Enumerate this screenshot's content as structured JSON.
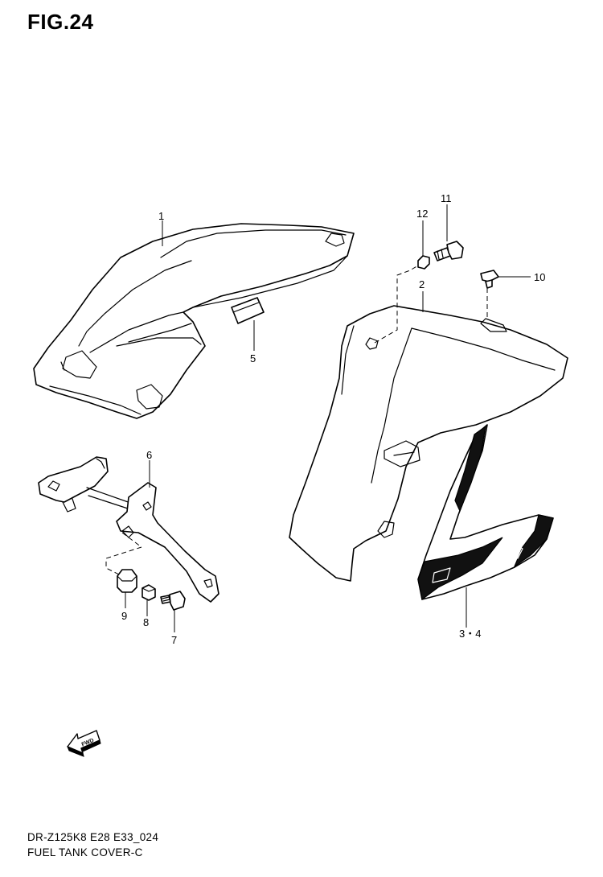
{
  "figure": {
    "title": "FIG.24"
  },
  "footer": {
    "model_code": "DR-Z125K8 E28 E33_024",
    "part_name": "FUEL TANK COVER-C"
  },
  "direction_mark": {
    "label": "FWD",
    "icon": "fwd-arrow-icon"
  },
  "callouts": [
    {
      "id": "c1",
      "label": "1"
    },
    {
      "id": "c2",
      "label": "2"
    },
    {
      "id": "c34",
      "label": "3・4"
    },
    {
      "id": "c5",
      "label": "5"
    },
    {
      "id": "c6",
      "label": "6"
    },
    {
      "id": "c7",
      "label": "7"
    },
    {
      "id": "c8",
      "label": "8"
    },
    {
      "id": "c9",
      "label": "9"
    },
    {
      "id": "c10",
      "label": "10"
    },
    {
      "id": "c11",
      "label": "11"
    },
    {
      "id": "c12",
      "label": "12"
    }
  ]
}
